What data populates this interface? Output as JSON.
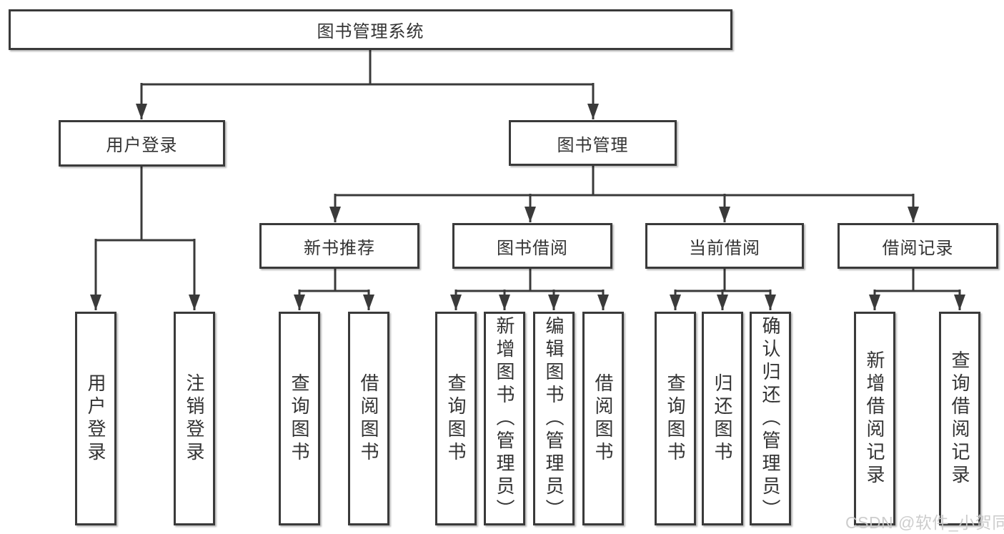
{
  "colors": {
    "line": "#3a3a3a",
    "text": "#333333",
    "box_background": "#ffffff",
    "watermark": "#c9c9c9"
  },
  "tree": {
    "root": {
      "label": "图书管理系统",
      "children": [
        {
          "label": "用户登录",
          "children": [
            {
              "label": "用户登录"
            },
            {
              "label": "注销登录"
            }
          ]
        },
        {
          "label": "图书管理",
          "children": [
            {
              "label": "新书推荐",
              "children": [
                {
                  "label": "查询图书"
                },
                {
                  "label": "借阅图书"
                }
              ]
            },
            {
              "label": "图书借阅",
              "children": [
                {
                  "label": "查询图书"
                },
                {
                  "label": "新增图书（管理员）"
                },
                {
                  "label": "编辑图书（管理员）"
                },
                {
                  "label": "借阅图书"
                }
              ]
            },
            {
              "label": "当前借阅",
              "children": [
                {
                  "label": "查询图书"
                },
                {
                  "label": "归还图书"
                },
                {
                  "label": "确认归还（管理员）"
                }
              ]
            },
            {
              "label": "借阅记录",
              "children": [
                {
                  "label": "新增借阅记录"
                },
                {
                  "label": "查询借阅记录"
                }
              ]
            }
          ]
        }
      ]
    }
  },
  "watermark": {
    "text": "CSDN @软件_小贺同学"
  }
}
